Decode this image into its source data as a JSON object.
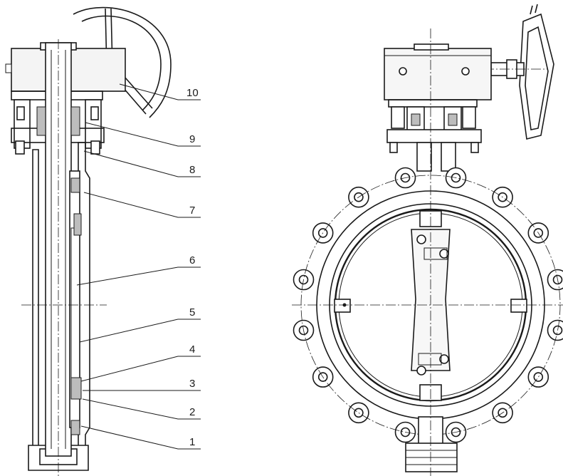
{
  "callouts": [
    {
      "id": "10",
      "label": "10"
    },
    {
      "id": "9",
      "label": "9"
    },
    {
      "id": "8",
      "label": "8"
    },
    {
      "id": "7",
      "label": "7"
    },
    {
      "id": "6",
      "label": "6"
    },
    {
      "id": "5",
      "label": "5"
    },
    {
      "id": "4",
      "label": "4"
    },
    {
      "id": "3",
      "label": "3"
    },
    {
      "id": "2",
      "label": "2"
    },
    {
      "id": "1",
      "label": "1"
    }
  ]
}
